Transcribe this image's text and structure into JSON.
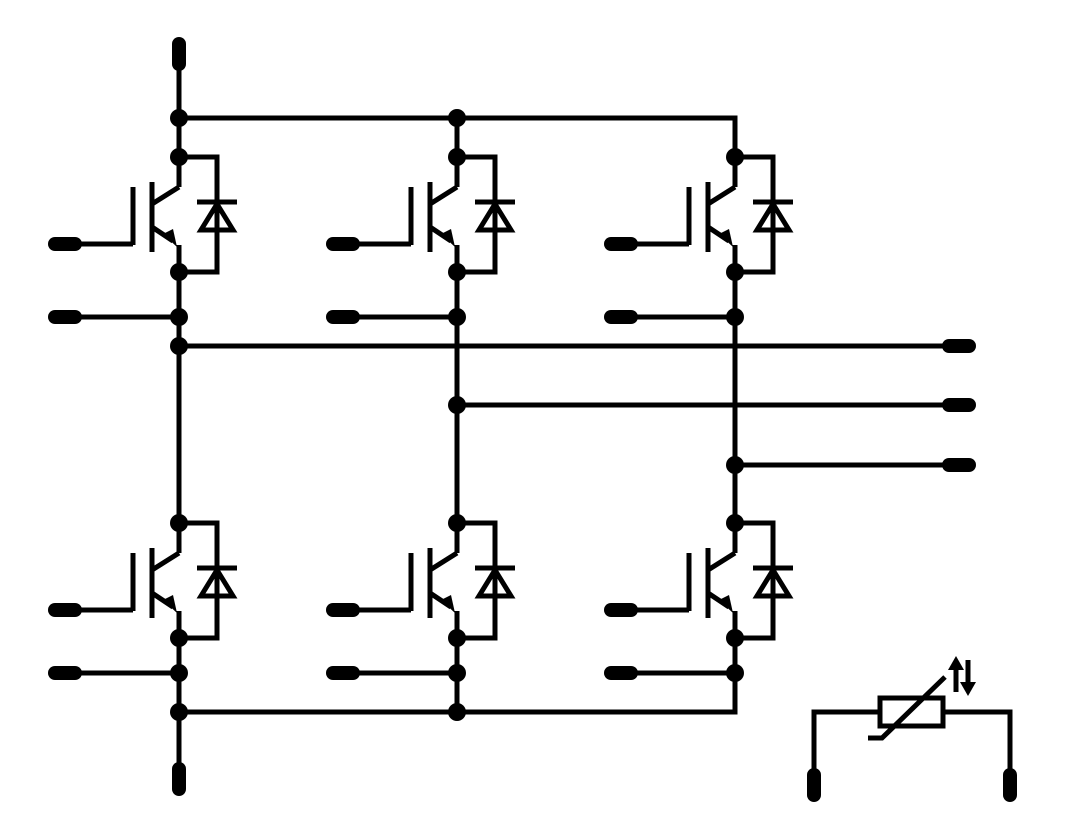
{
  "diagram": {
    "kind": "three-phase IGBT inverter bridge with NTC thermistor",
    "colors": {
      "stroke": "#000000",
      "background": "#ffffff"
    },
    "text_labels": [],
    "modules": [
      {
        "id": "upper-left-igbt",
        "type": "IGBT with freewheeling diode"
      },
      {
        "id": "upper-middle-igbt",
        "type": "IGBT with freewheeling diode"
      },
      {
        "id": "upper-right-igbt",
        "type": "IGBT with freewheeling diode"
      },
      {
        "id": "lower-left-igbt",
        "type": "IGBT with freewheeling diode"
      },
      {
        "id": "lower-middle-igbt",
        "type": "IGBT with freewheeling diode"
      },
      {
        "id": "lower-right-igbt",
        "type": "IGBT with freewheeling diode"
      }
    ],
    "terminals": [
      "dc-positive",
      "dc-negative",
      "gate-upper-left",
      "emitter-sense-upper-left",
      "gate-upper-middle",
      "emitter-sense-upper-middle",
      "gate-upper-right",
      "emitter-sense-upper-right",
      "gate-lower-left",
      "emitter-sense-lower-left",
      "gate-lower-middle",
      "emitter-sense-lower-middle",
      "gate-lower-right",
      "emitter-sense-lower-right",
      "phase-output-1",
      "phase-output-2",
      "phase-output-3",
      "ntc-terminal-1",
      "ntc-terminal-2"
    ],
    "thermistor": {
      "type": "NTC"
    }
  }
}
